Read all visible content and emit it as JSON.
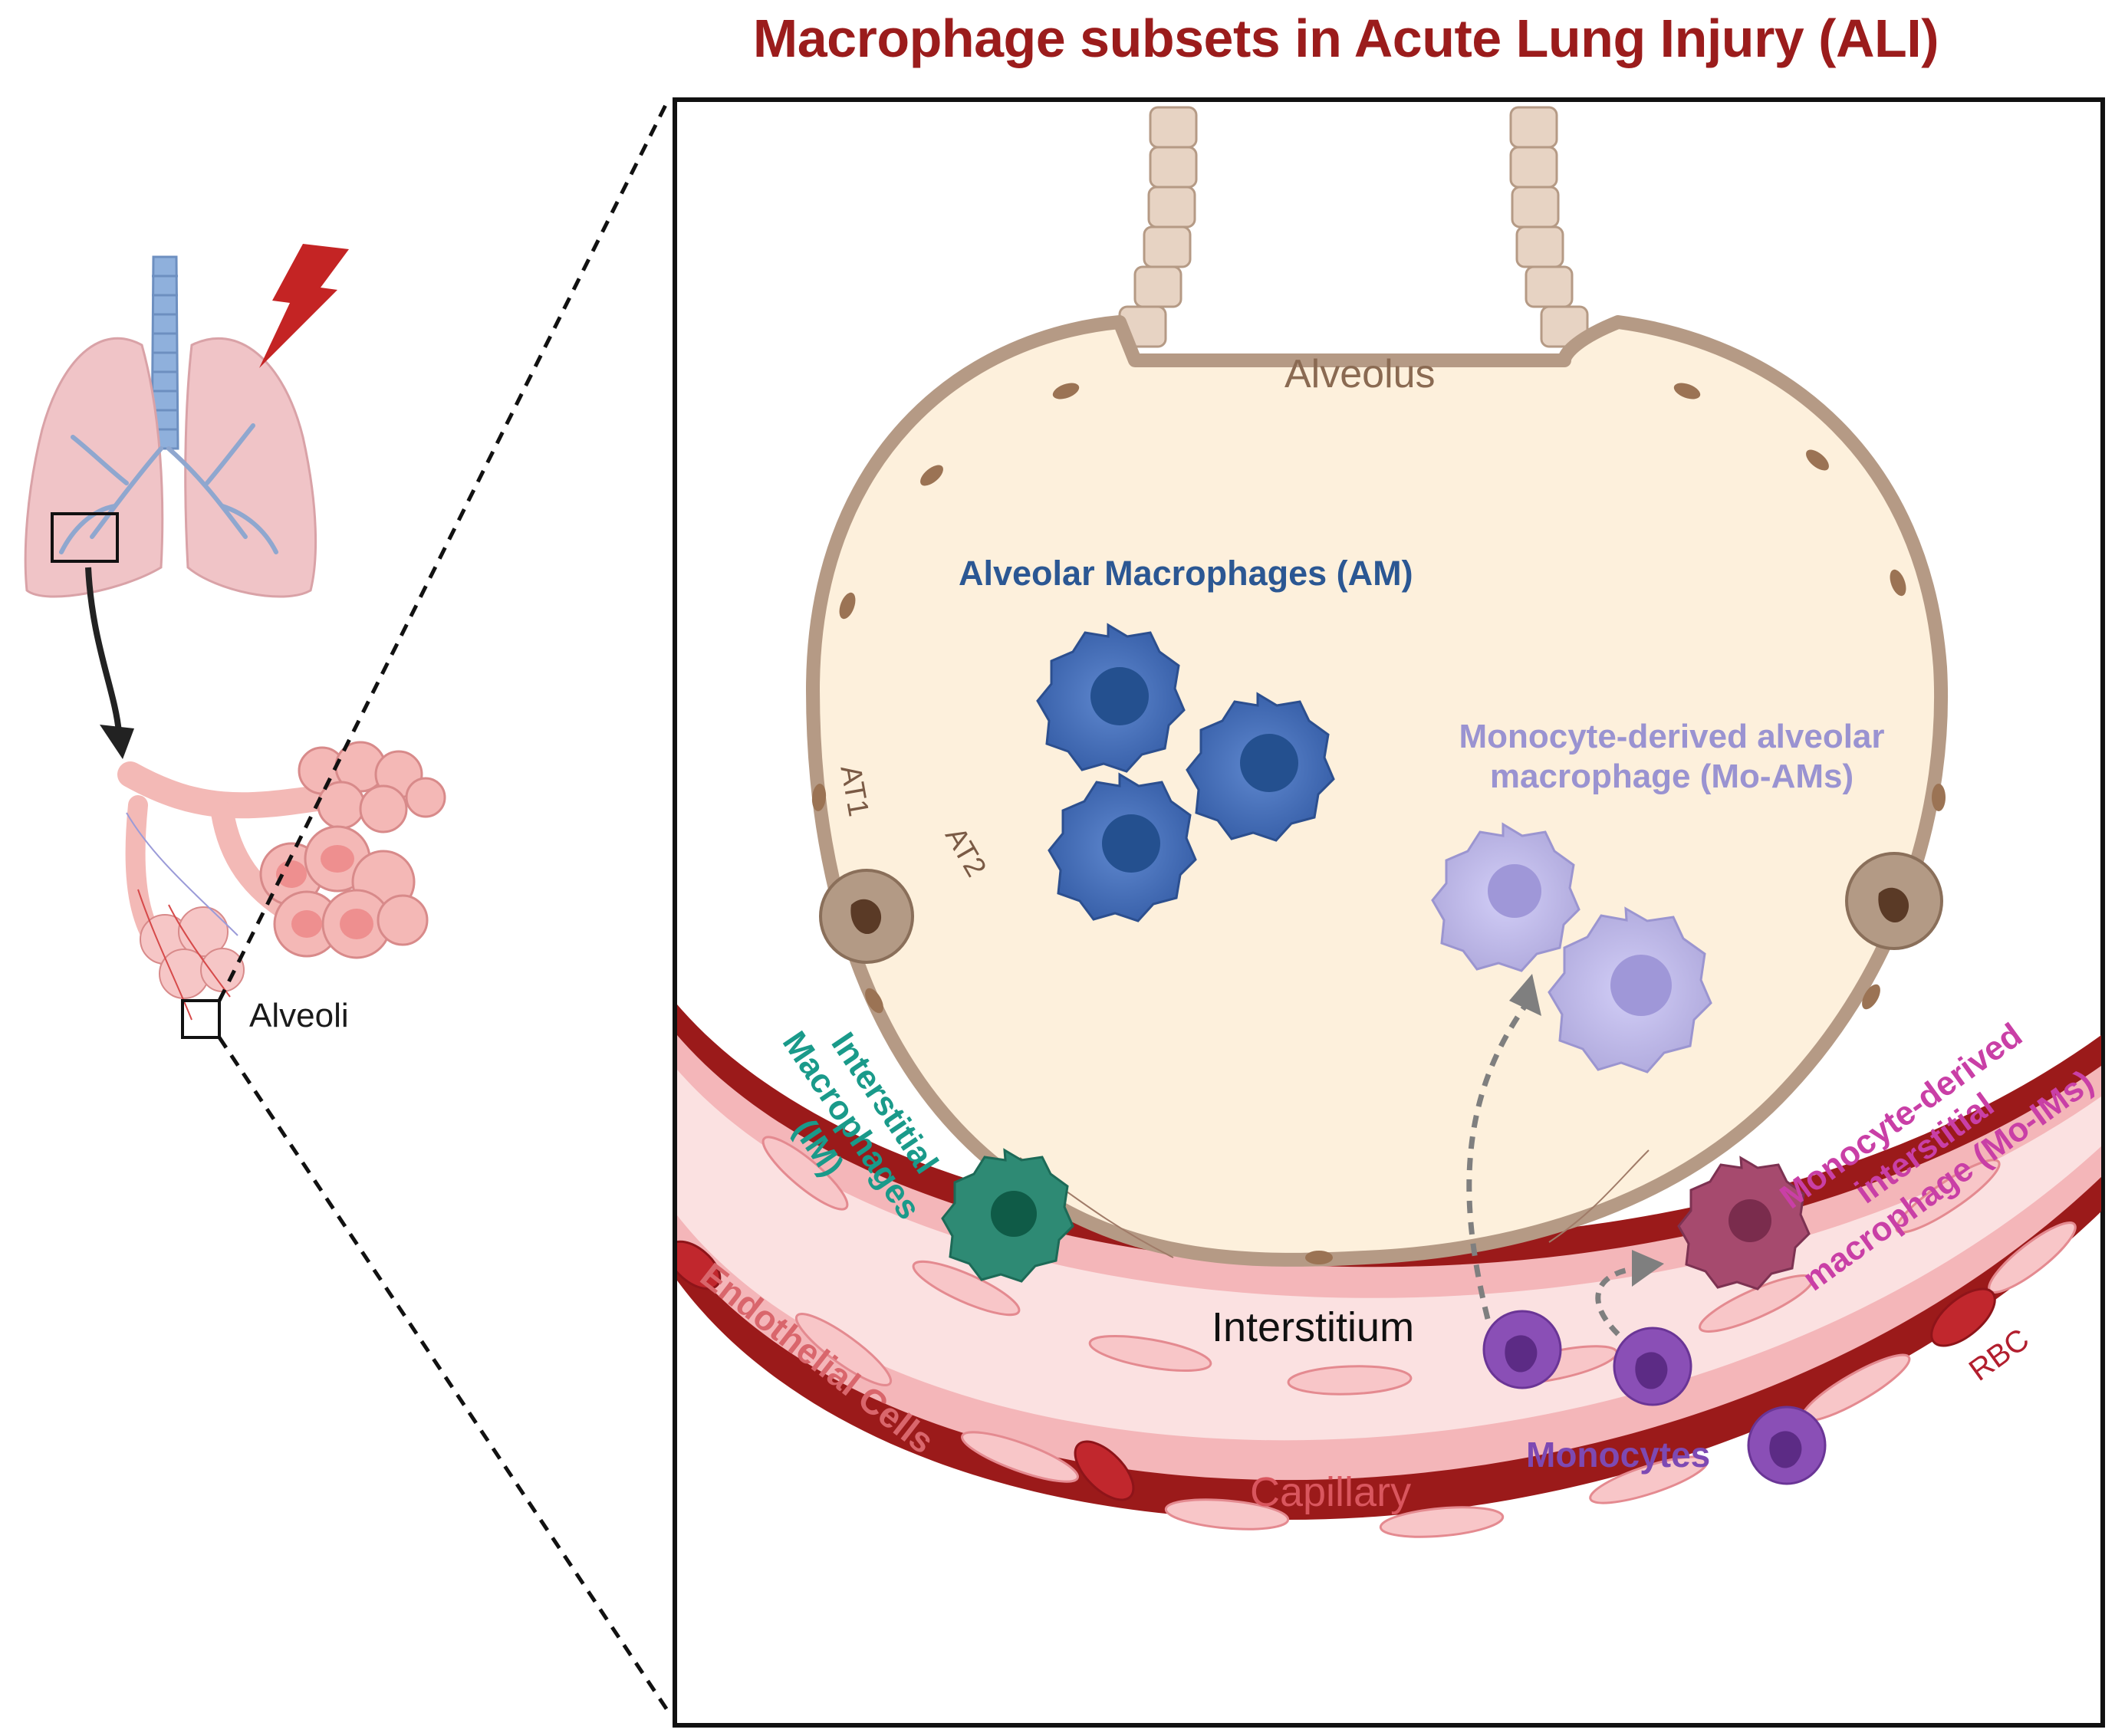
{
  "title": "Macrophage subsets in Acute Lung Injury (ALI)",
  "labels": {
    "alveolus": "Alveolus",
    "alveolar_macrophages": "Alveolar Macrophages (AM)",
    "mo_am": "Monocyte-derived alveolar macrophage (Mo-AMs)",
    "at1": "AT1",
    "at2": "AT2",
    "interstitial_macrophages": "Interstitial Macrophages (IM)",
    "endothelial_cells": "Endothelial Cells",
    "interstitium": "Interstitium",
    "mo_im": "Monocyte-derived interstitial macrophage (Mo-IMs)",
    "rbc": "RBC",
    "monocytes": "Monocytes",
    "capillary": "Capillary",
    "alveoli": "Alveoli"
  },
  "colors": {
    "title": "#9b1c1c",
    "alveolar_macrophage": "#3f67b0",
    "mo_am": "#b7b2ec",
    "interstitial_macrophage": "#2e8a74",
    "mo_im": "#a64a6e",
    "monocyte": "#8a4fb6",
    "capillary_wall": "#8e1a1a",
    "capillary_lumen": "#f9d5d5",
    "alveolus_fill": "#fdf3e2",
    "epithelium": "#c9b19c"
  }
}
